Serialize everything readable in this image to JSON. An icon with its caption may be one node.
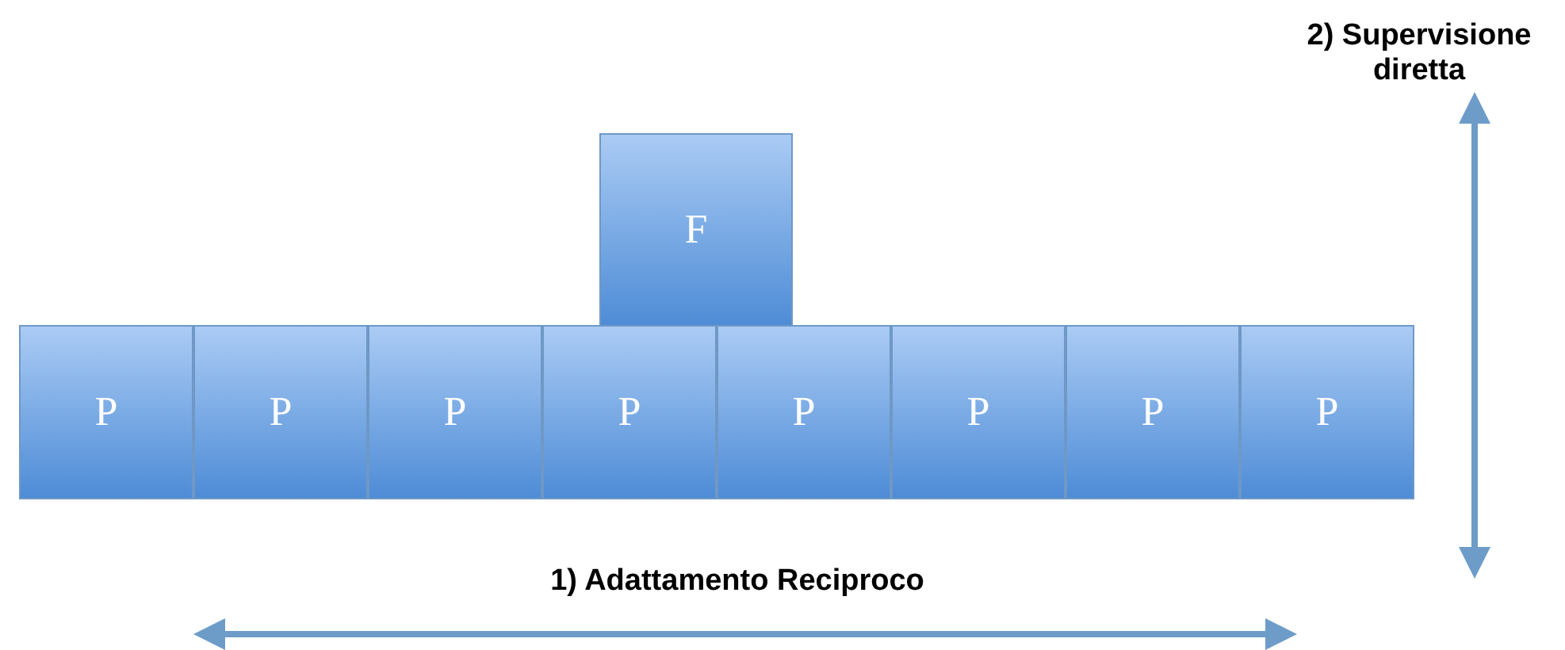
{
  "diagram": {
    "nodes": [
      {
        "text": [
          "F"
        ]
      },
      {
        "text": [
          "P"
        ]
      },
      {
        "text": [
          "P"
        ]
      },
      {
        "text": [
          "P"
        ]
      },
      {
        "text": [
          "P"
        ]
      },
      {
        "text": [
          "P"
        ]
      },
      {
        "text": [
          "P"
        ]
      },
      {
        "text": [
          "P"
        ]
      },
      {
        "text": [
          "P"
        ]
      }
    ],
    "labels": [
      "2) Supervisione diretta",
      "1) Adattamento Reciproco"
    ]
  }
}
